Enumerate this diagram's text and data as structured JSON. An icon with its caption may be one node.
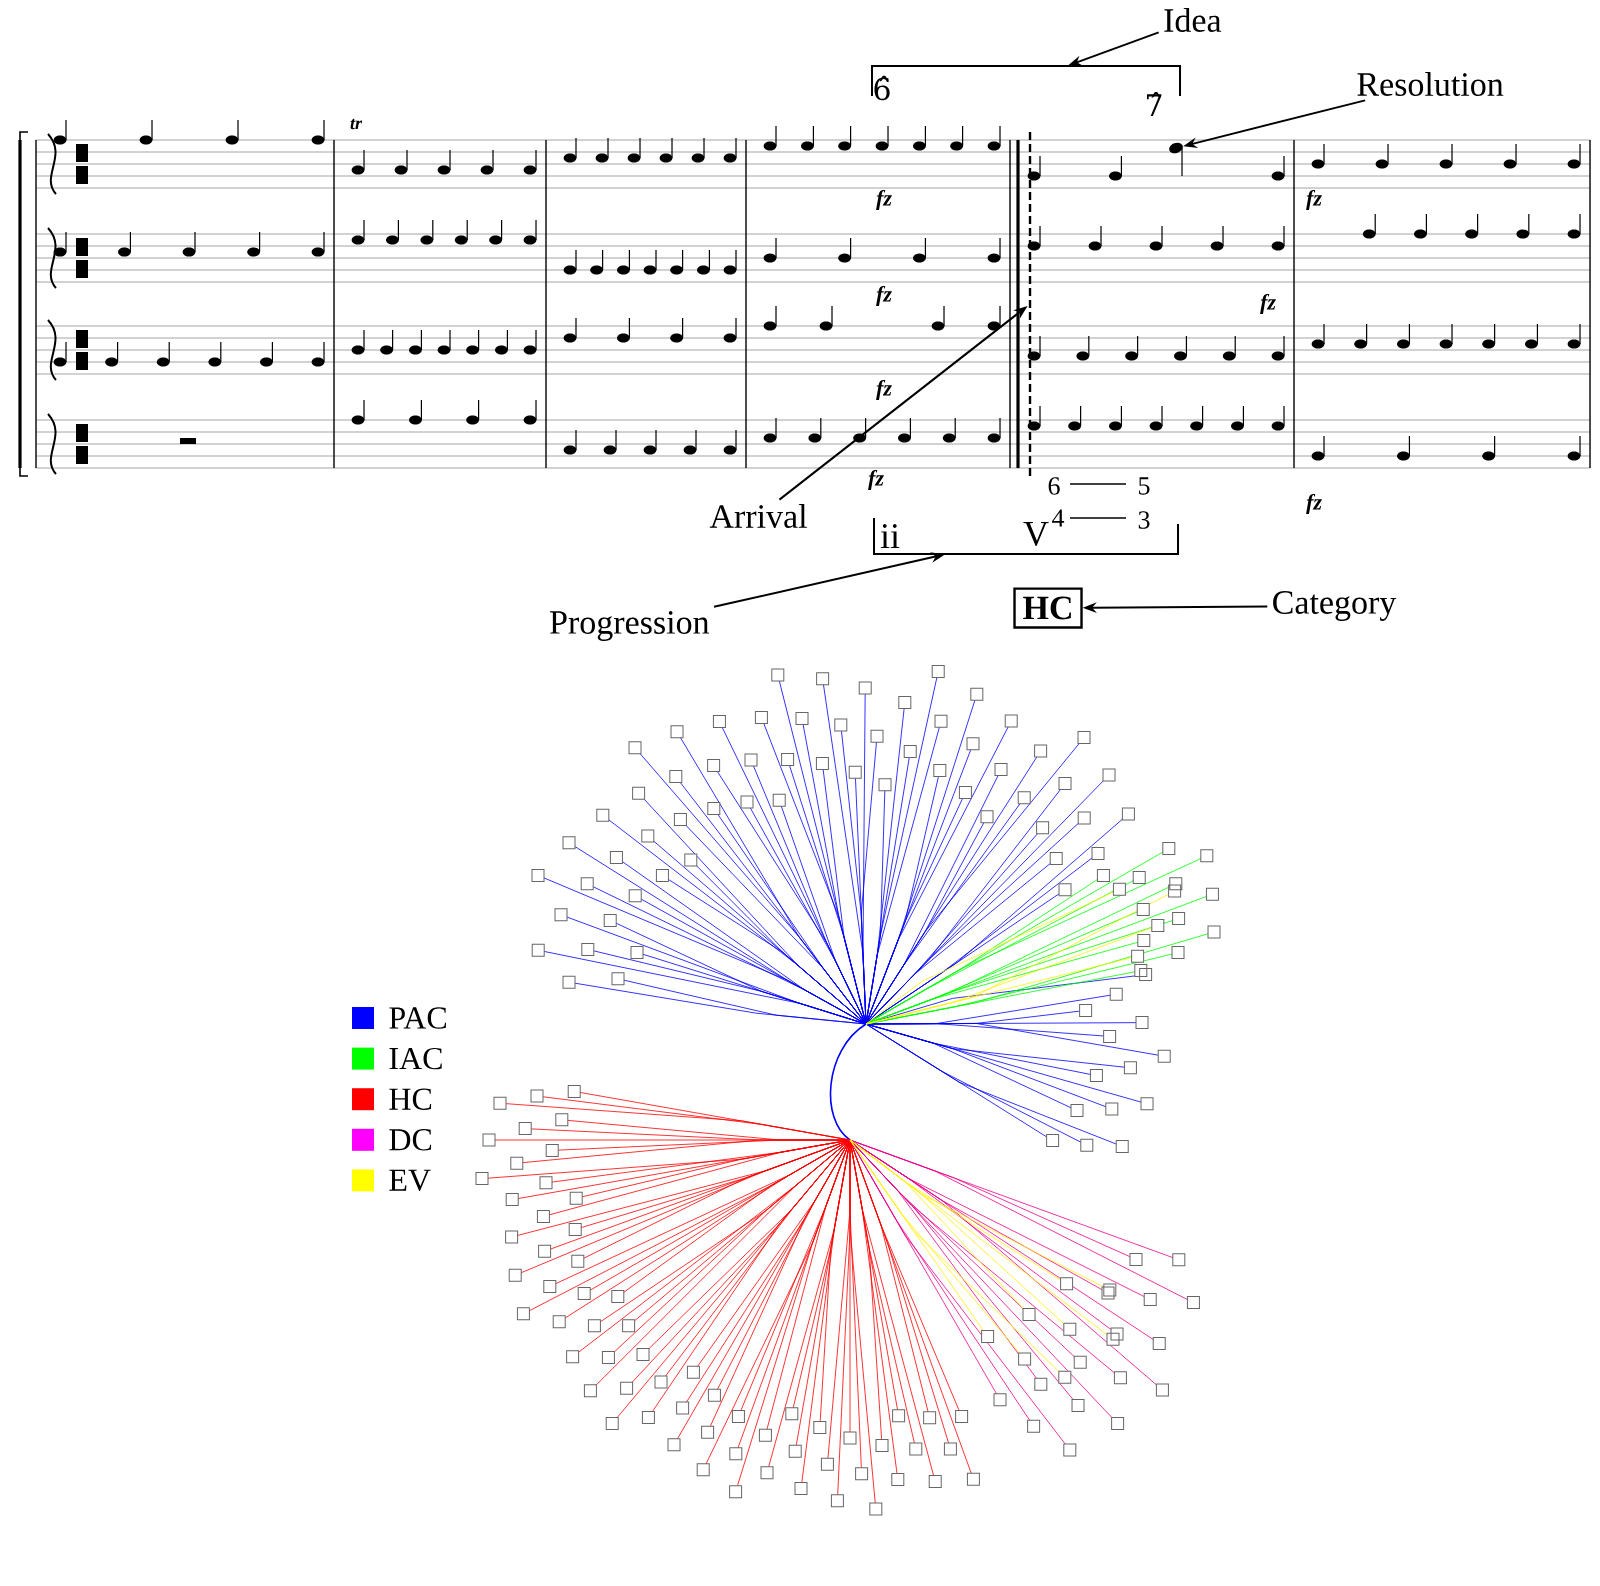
{
  "diagram": {
    "nodes": [
      {
        "text": [
          "Idea"
        ]
      },
      {
        "text": [
          "Resolution"
        ]
      },
      {
        "text": [
          "Arrival"
        ]
      },
      {
        "text": [
          "Progression"
        ]
      },
      {
        "text": [
          "HC"
        ]
      },
      {
        "text": [
          "Category"
        ]
      },
      {
        "text": [],
        "shape": "bracket"
      },
      {
        "text": [],
        "shape": "note"
      },
      {
        "text": [],
        "shape": "line"
      },
      {
        "text": [],
        "shape": "bracket"
      }
    ],
    "edges": [
      {
        "from": 0,
        "to": 6,
        "arrow": "to"
      },
      {
        "from": 1,
        "to": 7,
        "arrow": "to"
      },
      {
        "from": 2,
        "to": 8,
        "arrow": "to"
      },
      {
        "from": 3,
        "to": 9,
        "arrow": "to"
      },
      {
        "from": 5,
        "to": 4,
        "arrow": "to"
      }
    ],
    "labels": [
      "6̂",
      "7̂",
      "tr",
      "fz",
      "fz",
      "fz",
      "fz",
      "fz",
      "fz",
      "fz",
      "6",
      "5",
      "4",
      "3",
      "V",
      "ii"
    ],
    "legend": [
      {
        "text": "PAC",
        "color": "#0000ff"
      },
      {
        "text": "IAC",
        "color": "#00ff00"
      },
      {
        "text": "HC",
        "color": "#ff0000"
      },
      {
        "text": "DC",
        "color": "#ff00ff"
      },
      {
        "text": "EV",
        "color": "#ffff00"
      }
    ]
  }
}
